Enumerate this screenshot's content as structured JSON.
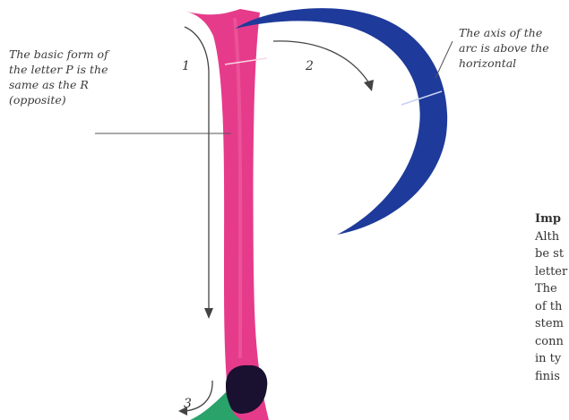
{
  "notes": {
    "left": "The basic form of\nthe letter P is the\nsame as the R\n(opposite)",
    "right": "The axis of the\narc is above the\nhorizontal"
  },
  "stroke_numbers": [
    "1",
    "2",
    "3"
  ],
  "side_text": {
    "title": "Imp",
    "lines": [
      "Alth",
      "be st",
      "letter",
      "The",
      "of th",
      "stem",
      "conn",
      "in ty",
      "finis"
    ]
  },
  "colors": {
    "stem": "#e63b8a",
    "bowl": "#1e3a9a",
    "foot_dark": "#1a1030",
    "foot_green": "#2aa36a",
    "guide_line": "#444444"
  }
}
